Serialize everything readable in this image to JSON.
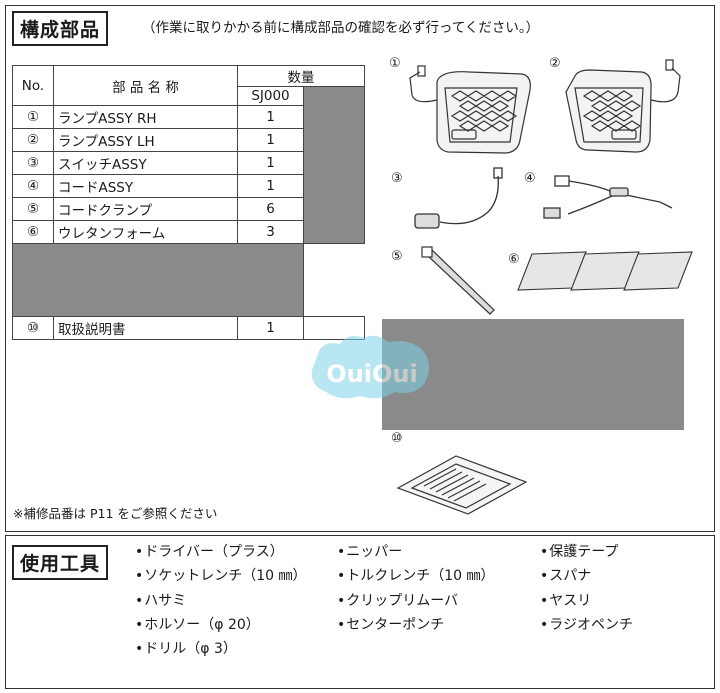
{
  "section1": {
    "title": "構成部品",
    "instruction": "（作業に取りかかる前に構成部品の確認を必ず行ってください。）"
  },
  "table": {
    "col_no": "No.",
    "col_name": "部 品 名 称",
    "col_qty": "数量",
    "col_model": "SJ000",
    "rows": [
      {
        "no": "①",
        "name": "ランプASSY  RH",
        "qty": "1"
      },
      {
        "no": "②",
        "name": "ランプASSY  LH",
        "qty": "1"
      },
      {
        "no": "③",
        "name": "スイッチASSY",
        "qty": "1"
      },
      {
        "no": "④",
        "name": "コードASSY",
        "qty": "1"
      },
      {
        "no": "⑤",
        "name": "コードクランプ",
        "qty": "6"
      },
      {
        "no": "⑥",
        "name": "ウレタンフォーム",
        "qty": "3"
      }
    ],
    "last_row": {
      "no": "⑩",
      "name": "取扱説明書",
      "qty": "1"
    }
  },
  "figure_numbers": [
    "①",
    "②",
    "③",
    "④",
    "⑤",
    "⑥",
    "⑩"
  ],
  "footnote": "※補修品番は P11 をご参照ください",
  "watermark": "OuiOui",
  "section2": {
    "title": "使用工具",
    "col1": [
      "ドライバー（プラス）",
      "ソケットレンチ（10 ㎜）",
      "ハサミ",
      "ホルソー（φ 20）",
      "ドリル（φ 3）"
    ],
    "col2": [
      "ニッパー",
      "トルクレンチ（10 ㎜）",
      "クリップリムーバ",
      "センターポンチ"
    ],
    "col3": [
      "保護テープ",
      "スパナ",
      "ヤスリ",
      "ラジオペンチ"
    ]
  },
  "colors": {
    "gray_fill": "#8a8a8a",
    "line": "#333333",
    "watermark": "#7fd3e8"
  }
}
